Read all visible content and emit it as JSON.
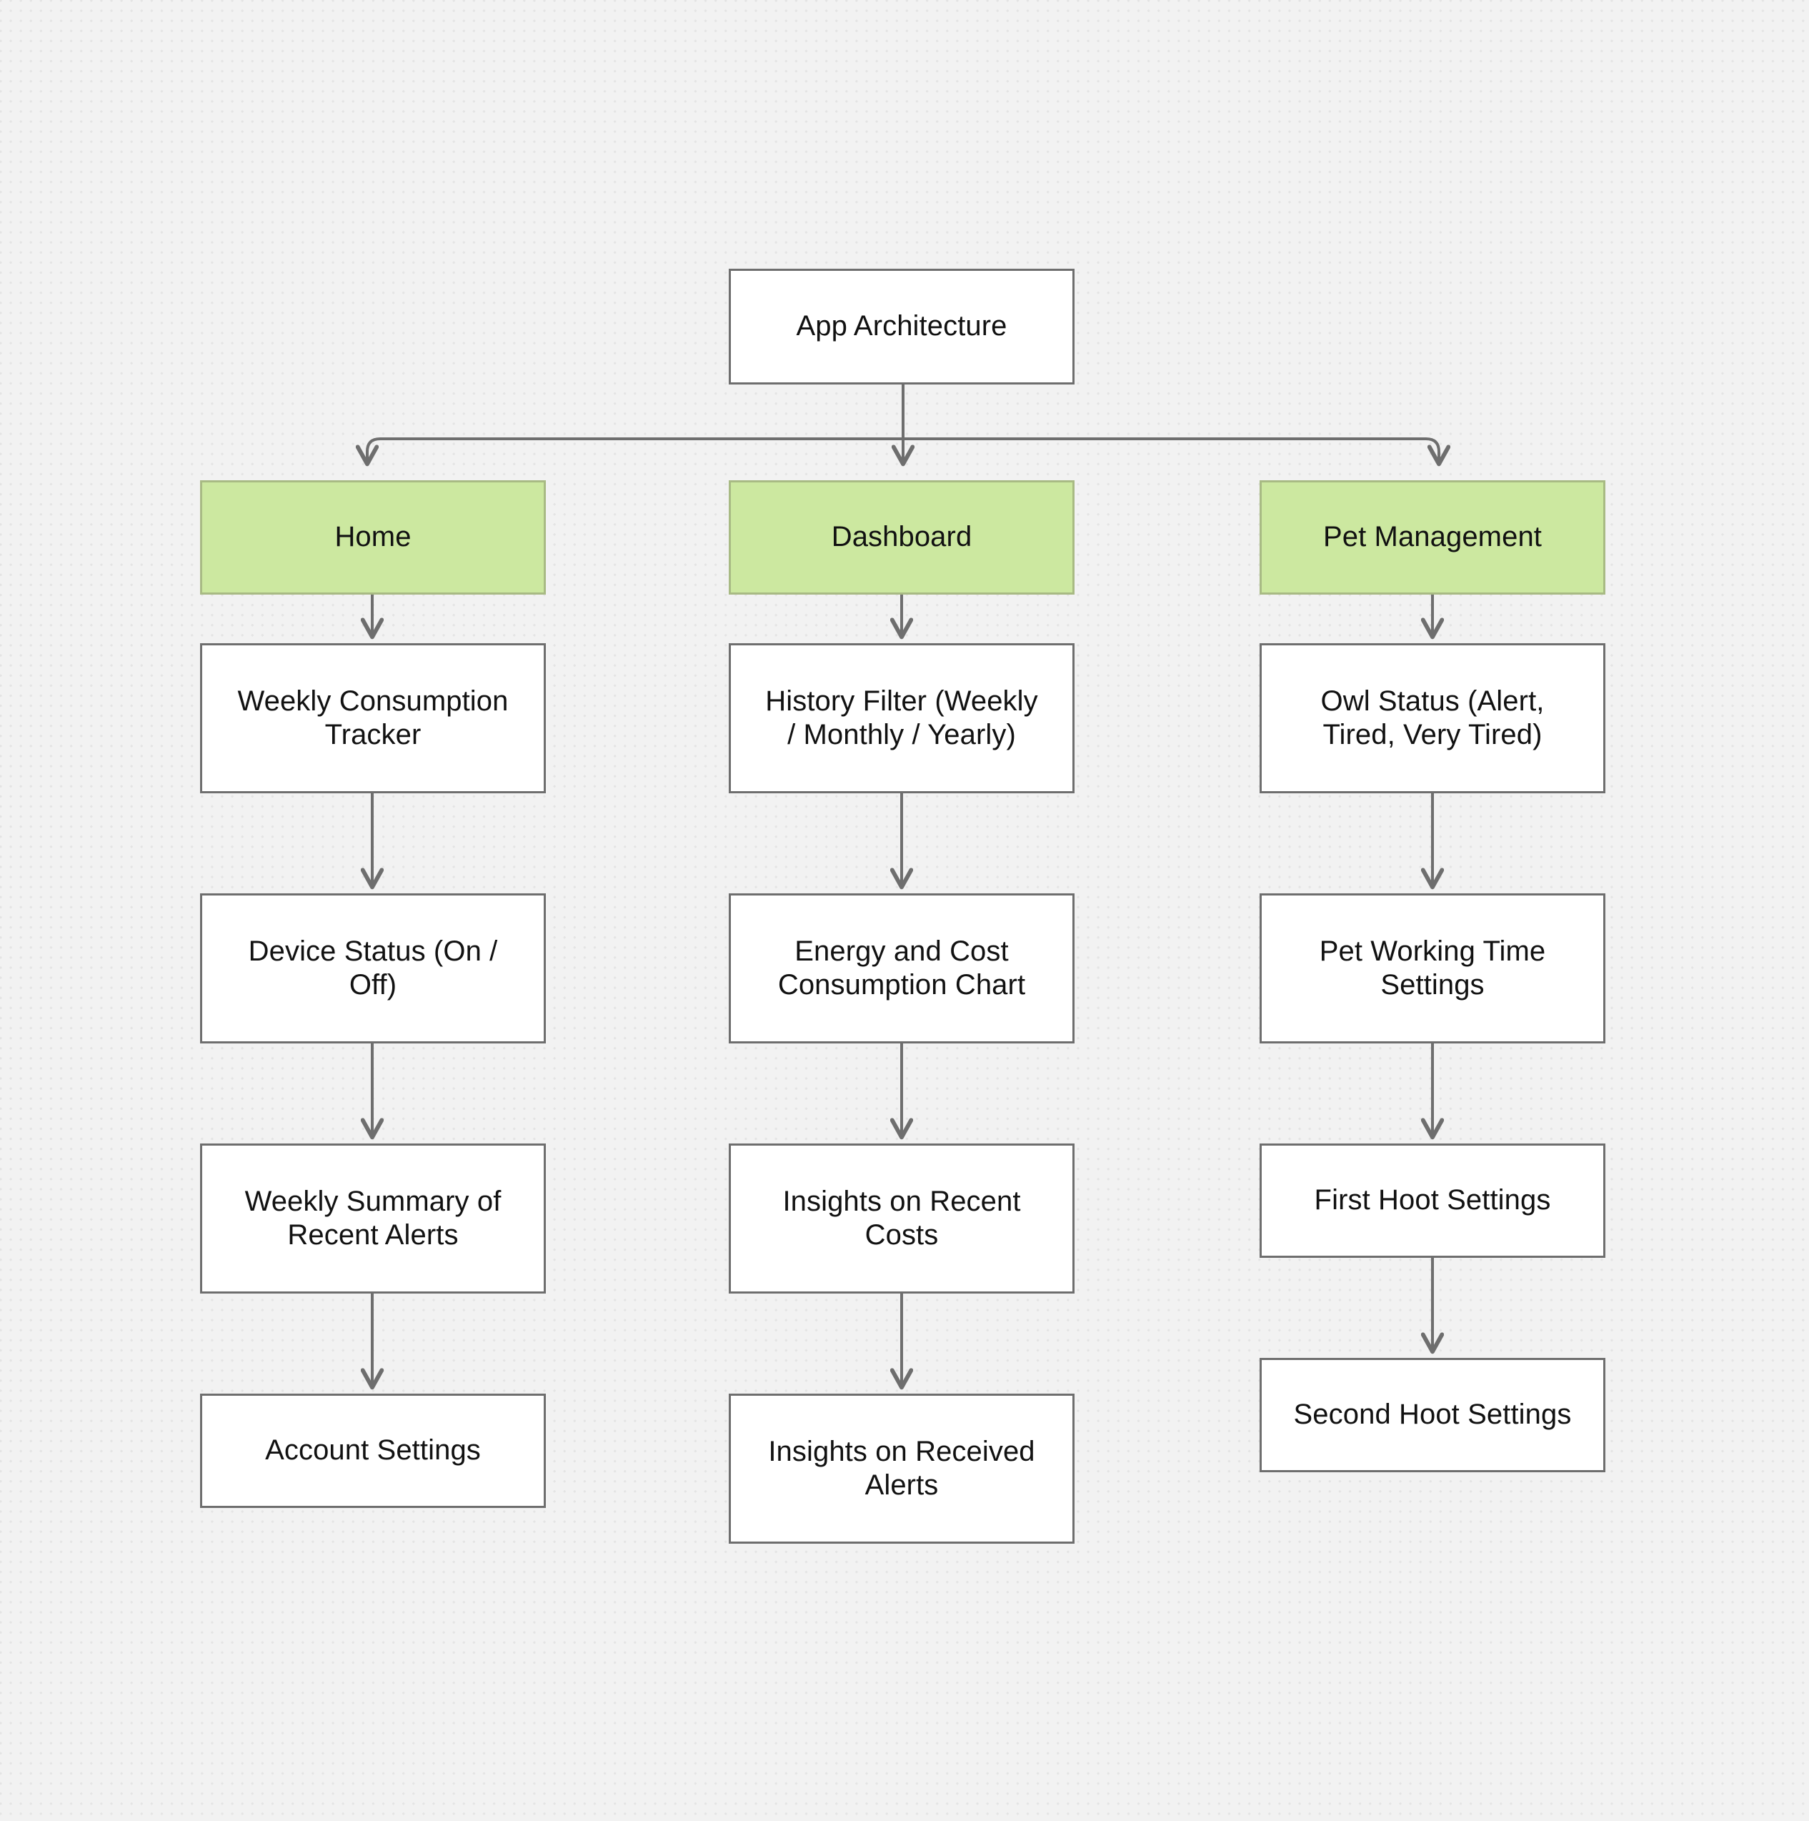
{
  "diagram": {
    "title": "App Architecture",
    "type": "flowchart",
    "orientation": "top-down",
    "colors": {
      "background": "#f2f2f2",
      "dot_grid": "#e4e4e4",
      "node_fill": "#ffffff",
      "node_border": "#6e6e6e",
      "section_fill": "#cce8a0",
      "section_border": "#a8ba84",
      "edge": "#6e6e6e",
      "text": "#111111"
    },
    "root": {
      "id": "app-architecture",
      "label": "App Architecture",
      "kind": "root"
    },
    "branches": [
      {
        "id": "home",
        "label": "Home",
        "kind": "section",
        "children": [
          {
            "id": "weekly-consumption-tracker",
            "label": "Weekly Consumption\nTracker"
          },
          {
            "id": "device-status",
            "label": "Device Status (On /\nOff)"
          },
          {
            "id": "weekly-summary-recent-alerts",
            "label": "Weekly Summary of\nRecent Alerts"
          },
          {
            "id": "account-settings",
            "label": "Account Settings"
          }
        ]
      },
      {
        "id": "dashboard",
        "label": "Dashboard",
        "kind": "section",
        "children": [
          {
            "id": "history-filter",
            "label": "History Filter (Weekly\n/ Monthly / Yearly)"
          },
          {
            "id": "energy-cost-consumption-chart",
            "label": "Energy and Cost\nConsumption Chart"
          },
          {
            "id": "insights-recent-costs",
            "label": "Insights on Recent\nCosts"
          },
          {
            "id": "insights-received-alerts",
            "label": "Insights on Received\nAlerts"
          }
        ]
      },
      {
        "id": "pet-management",
        "label": "Pet Management",
        "kind": "section",
        "children": [
          {
            "id": "owl-status",
            "label": "Owl Status (Alert,\nTired, Very Tired)"
          },
          {
            "id": "pet-working-time-settings",
            "label": "Pet Working Time\nSettings"
          },
          {
            "id": "first-hoot-settings",
            "label": "First Hoot Settings"
          },
          {
            "id": "second-hoot-settings",
            "label": "Second Hoot Settings"
          }
        ]
      }
    ]
  }
}
